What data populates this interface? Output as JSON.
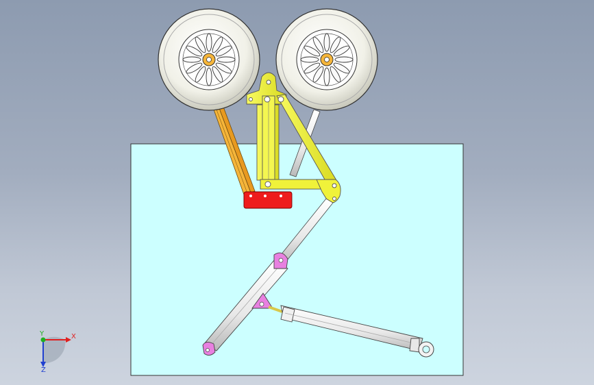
{
  "viewport": {
    "background_top": "#8d9bb0",
    "background_bottom": "#cdd4df"
  },
  "model": {
    "base_plate_color": "#ccffff",
    "tire_color": "#f2f2ea",
    "hub_color": "#ffffff",
    "yellow_parts": "#f0f23a",
    "orange_strut": "#f5b53a",
    "red_block": "#ee1c1c",
    "magenta_parts": "#e880e0",
    "rod_color": "#f2f2f2"
  },
  "triad": {
    "x_label": "X",
    "y_label": "Y",
    "z_label": "Z",
    "x_color": "#e02020",
    "y_color": "#20b020",
    "z_color": "#2040d0"
  }
}
